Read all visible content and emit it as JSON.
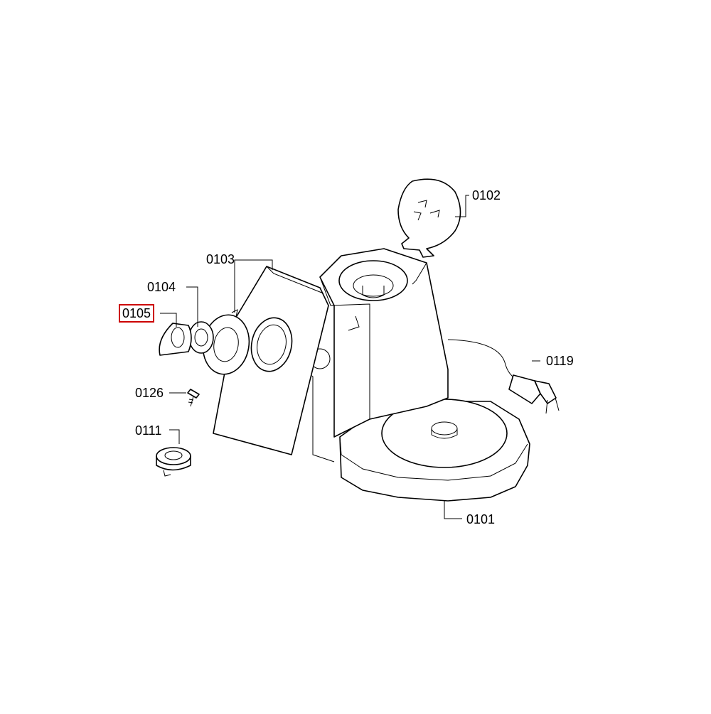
{
  "diagram": {
    "highlight_color": "#cc0000",
    "parts": [
      {
        "id": "0101",
        "label": "0101",
        "highlighted": false
      },
      {
        "id": "0102",
        "label": "0102",
        "highlighted": false
      },
      {
        "id": "0103",
        "label": "0103",
        "highlighted": false
      },
      {
        "id": "0104",
        "label": "0104",
        "highlighted": false
      },
      {
        "id": "0105",
        "label": "0105",
        "highlighted": true
      },
      {
        "id": "0111",
        "label": "0111",
        "highlighted": false
      },
      {
        "id": "0119",
        "label": "0119",
        "highlighted": false
      },
      {
        "id": "0126",
        "label": "0126",
        "highlighted": false
      }
    ]
  }
}
